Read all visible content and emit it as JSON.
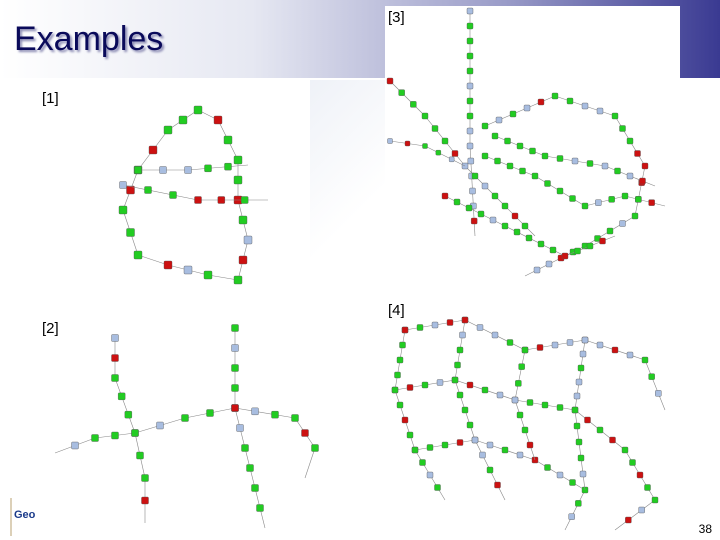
{
  "slide": {
    "title": "Examples",
    "page_number": "38"
  },
  "colors": {
    "header_end": "#3a3a92",
    "title": "#0a0a5a",
    "node_green": "#22cc22",
    "node_red": "#cc1111",
    "node_blue": "#a8bde0"
  },
  "panels": [
    {
      "label": "[1]",
      "graph": "ring-network"
    },
    {
      "label": "[2]",
      "graph": "tree-network"
    },
    {
      "label": "[3]",
      "graph": "branching-network"
    },
    {
      "label": "[4]",
      "graph": "mesh-network"
    }
  ],
  "logo": {
    "text": "Geo"
  }
}
